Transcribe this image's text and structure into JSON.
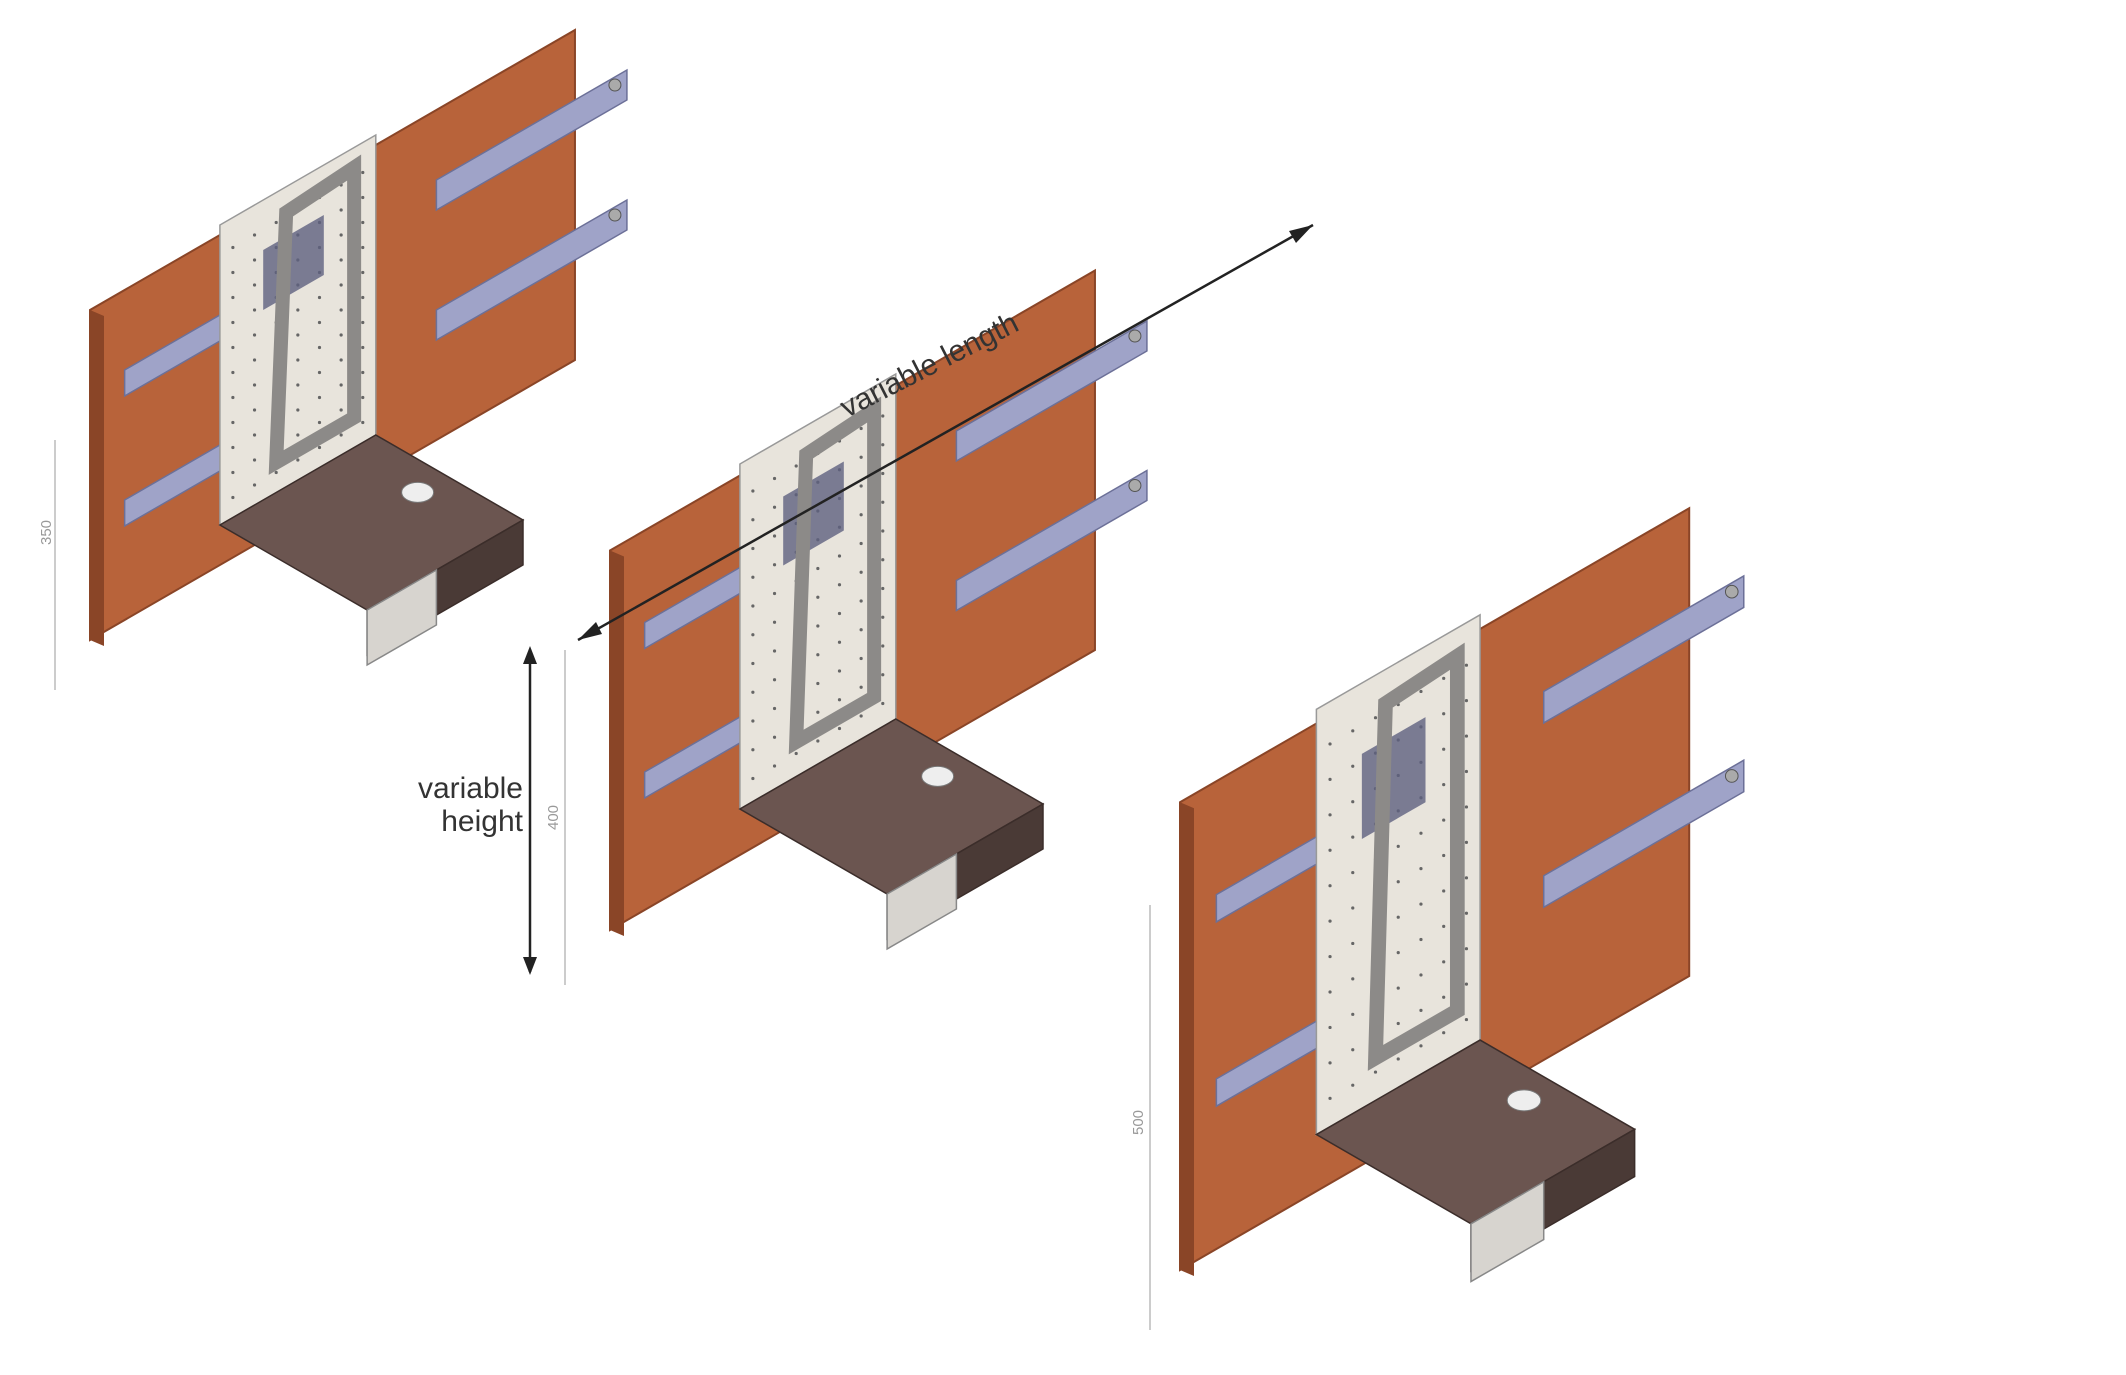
{
  "labels": {
    "variable_length": "variable length",
    "variable_height_line1": "variable",
    "variable_height_line2": "height"
  },
  "dimensions": {
    "module_1": "350",
    "module_2": "400",
    "module_3": "500"
  },
  "colors": {
    "wood": "#b8633a",
    "wood_dark": "#8a4527",
    "rail": "#9fa3c8",
    "rail_dark": "#6c7098",
    "plate": "#e8e4dc",
    "bracket": "#8c8a88",
    "base_top": "#6b5550",
    "base_side": "#4a3a36",
    "box": "#d7d4cf",
    "floor": "#5e6080",
    "arrow": "#222222"
  }
}
